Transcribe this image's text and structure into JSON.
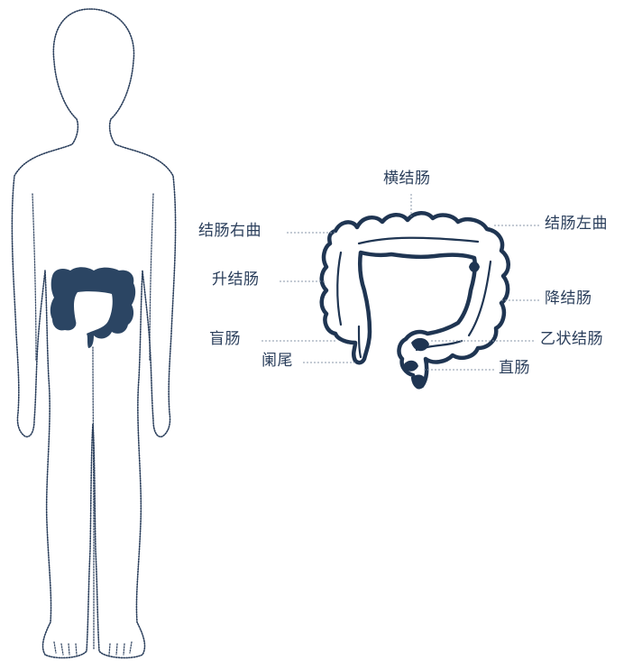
{
  "colors": {
    "organ_fill": "#2b4563",
    "outline": "#2a3e5b",
    "label_text": "#2a3e5b",
    "background": "#ffffff"
  },
  "labels": {
    "transverse_colon": "横结肠",
    "hepatic_flexure": "结肠右曲",
    "splenic_flexure": "结肠左曲",
    "ascending_colon": "升结肠",
    "descending_colon": "降结肠",
    "cecum": "盲肠",
    "sigmoid_colon": "乙状结肠",
    "appendix": "阑尾",
    "rectum": "直肠"
  }
}
